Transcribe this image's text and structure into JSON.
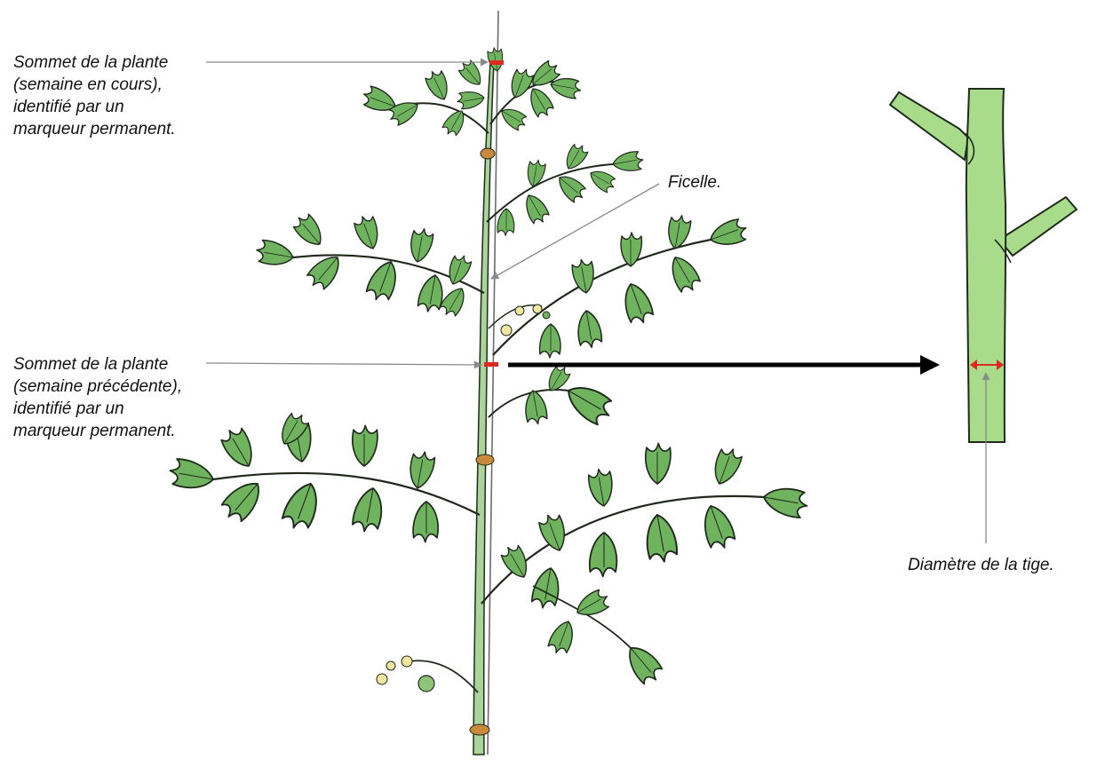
{
  "labels": {
    "top_marker": [
      "Sommet de la plante",
      "(semaine en cours),",
      "identifié par un",
      "marqueur permanent."
    ],
    "string": "Ficelle.",
    "prev_marker": [
      "Sommet de la plante",
      "(semaine précédente),",
      "identifié par un",
      "marqueur permanent."
    ],
    "diameter": "Diamètre de la tige."
  },
  "colors": {
    "leaf_fill": "#6fb35f",
    "leaf_stroke": "#1f2a1c",
    "stem_fill": "#a9d49a",
    "stem_closeup_fill": "#a8dc8a",
    "marker_red": "#e0281e",
    "clip_orange": "#c8893a",
    "pointer_grey": "#8a8a8a",
    "arrow_black": "#000000",
    "flower_yellow": "#f2e6a0"
  }
}
